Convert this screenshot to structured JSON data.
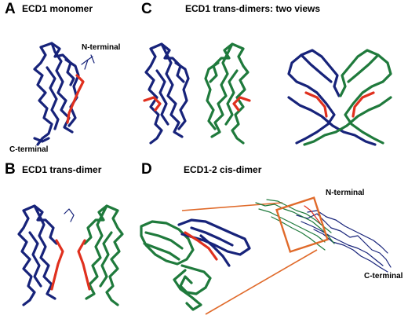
{
  "panels": {
    "a": {
      "letter": "A",
      "title": "ECD1 monomer",
      "n_label": "N-terminal",
      "c_label": "C-terminal"
    },
    "b": {
      "letter": "B",
      "title": "ECD1 trans-dimer"
    },
    "c": {
      "letter": "C",
      "title": "ECD1 trans-dimers: two views"
    },
    "d": {
      "letter": "D",
      "title": "ECD1-2 cis-dimer",
      "n_label": "N-terminal",
      "c_label": "C-terminal"
    }
  },
  "colors": {
    "chain_a": "#17237a",
    "chain_b": "#1f7a3c",
    "highlight": "#e0301e",
    "zoom_box": "#e06a2a"
  }
}
